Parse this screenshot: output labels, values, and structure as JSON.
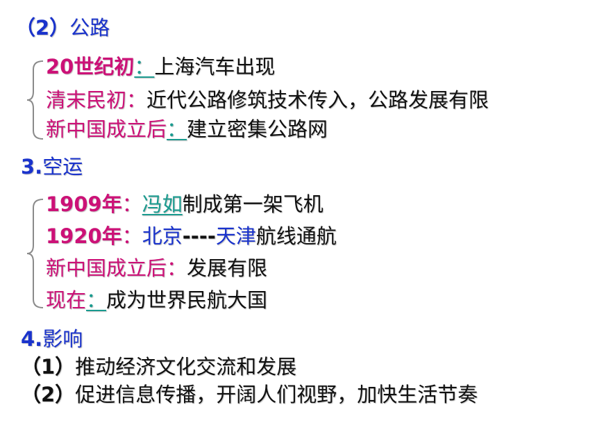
{
  "highway": {
    "heading_num": "（2）",
    "heading_text": "公路",
    "items": [
      {
        "label": "20世纪初",
        "sep": "：",
        "text": "上海汽车出现"
      },
      {
        "label": "清末民初",
        "sep": "：",
        "text": "近代公路修筑技术传入，公路发展有限"
      },
      {
        "label": "新中国成立后",
        "sep": "：",
        "text": "建立密集公路网"
      }
    ]
  },
  "air": {
    "heading_num": "3.",
    "heading_text": "空运",
    "items": [
      {
        "label": "1909年",
        "sep": "：",
        "blank": "冯如",
        "text": "制成第一架飞机"
      },
      {
        "label": "1920年",
        "sep": "：",
        "route_a": "北京",
        "route_dash": "----",
        "route_b": "天津",
        "text": "航线通航"
      },
      {
        "label": "新中国成立后",
        "sep": "：",
        "text": "发展有限"
      },
      {
        "label": "现在",
        "sep": "：",
        "text": "成为世界民航大国"
      }
    ]
  },
  "impact": {
    "heading_num": "4.",
    "heading_text": "影响",
    "items": [
      {
        "num": "（1）",
        "text": "推动经济文化交流和发展"
      },
      {
        "num": "（2）",
        "text": "促进信息传播，开阔人们视野，加快生活节奏"
      }
    ]
  }
}
